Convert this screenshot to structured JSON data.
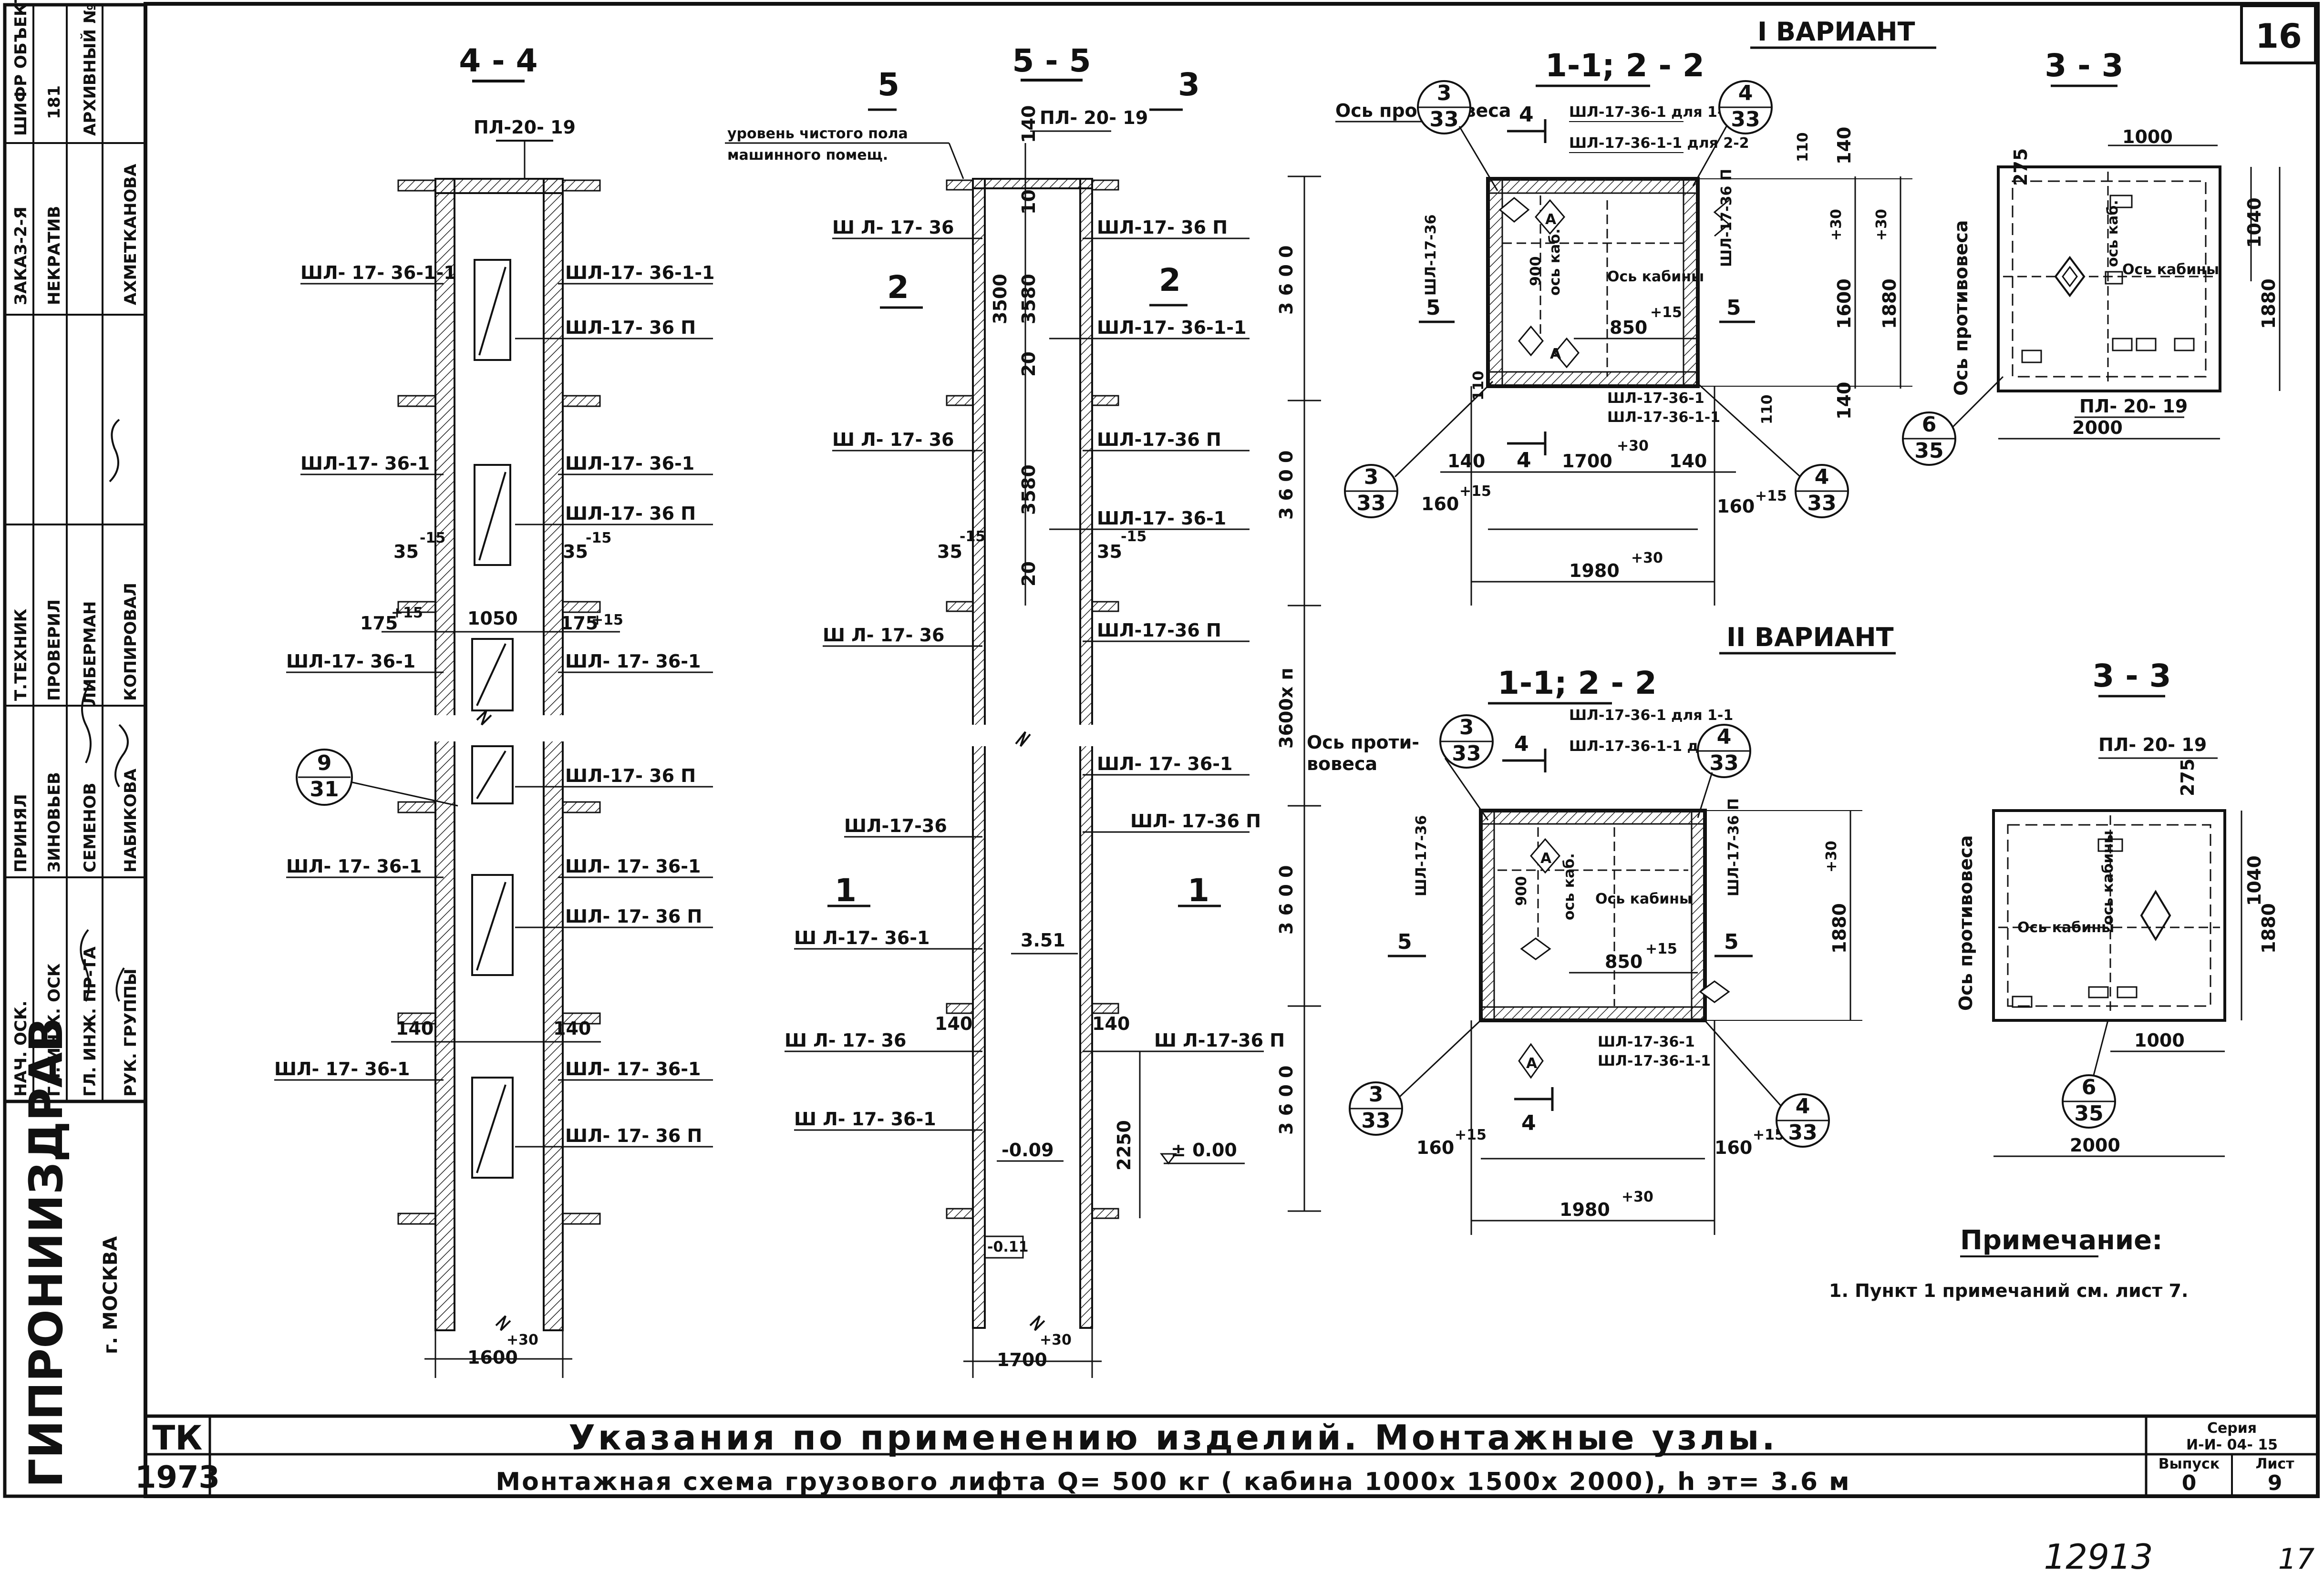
{
  "sheet": {
    "sheet_corner_number": "16",
    "archive_number": "12913",
    "page_fraction": "17",
    "org_name": "ГИПРОНИИЗДРАВ",
    "city": "г. МОСКВА"
  },
  "stamp_table": {
    "columns": [
      {
        "label": "ШИФР ОБЪЕКТА",
        "value": "181",
        "extra": "АРХИВНЫЙ №"
      },
      {
        "label": "ЗАКАЗ-2-Я",
        "value": "НЕКРАТИВ",
        "extra": "АХМЕТКАНОВА"
      },
      {
        "label": "",
        "value": "",
        "extra": ""
      },
      {
        "label": "Т.ТЕХНИК",
        "value": "ПРОВЕРИЛ",
        "extra": "КОПИРОВАЛ"
      },
      {
        "label": "ПРИНЯЛ",
        "value": "ЗИНОВЬЕВ",
        "extra": "СЕМЕНОВ"
      },
      {
        "label": "",
        "value": "ЛИБЕРМАН",
        "extra": "НАБИКОВА"
      },
      {
        "label": "НАЧ. ОСК.",
        "value": "ГЛ. ИНЖ. ОСК",
        "extra": "ГЛ. ИНЖ. ПР-ТА"
      },
      {
        "label": "РУК. ГРУППЫ",
        "value": "",
        "extra": ""
      }
    ]
  },
  "section_44": {
    "title": "4 - 4",
    "top_label": "ПЛ-20- 19",
    "left_labels": [
      "ШЛ- 17- 36-1-1",
      "ШЛ-17- 36-1",
      "ШЛ-17- 36-1",
      "ШЛ- 17- 36-1",
      "ШЛ- 17- 36-1"
    ],
    "right_labels": [
      "ШЛ-17- 36-1-1",
      "ШЛ-17- 36 П",
      "ШЛ-17- 36-1",
      "ШЛ-17- 36 П",
      "ШЛ- 17- 36-1",
      "ШЛ-17- 36 П",
      "ШЛ- 17- 36-1",
      "ШЛ- 17- 36 П",
      "ШЛ- 17- 36-1",
      "ШЛ- 17- 36 П"
    ],
    "dim_35_left": "35",
    "dim_35_right": "35",
    "tol_15": "-15",
    "dim_175_left": "175",
    "dim_1050": "1050",
    "dim_175_right": "175",
    "tol_plus15": "+15",
    "dim_140_left": "140",
    "dim_140_right": "140",
    "bottom_dim": "1600",
    "bottom_tol": "+30",
    "callout_top": "9",
    "callout_bottom": "31"
  },
  "section_55": {
    "title": "5 - 5",
    "cut_left": "5",
    "cut_right": "3",
    "floor_note_1": "уровень чистого пола",
    "floor_note_2": "машинного помещ.",
    "top_label": "ПЛ- 20- 19",
    "dim_140": "140",
    "dim_10": "10",
    "dim_3500": "3500",
    "dim_3580_a": "3580",
    "dim_20_a": "20",
    "dim_3580_b": "3580",
    "dim_20_b": "20",
    "left_labels": [
      "Ш Л- 17- 36",
      "Ш Л- 17- 36",
      "Ш Л- 17- 36",
      "ШЛ-17-36",
      "Ш Л-17- 36-1",
      "Ш Л- 17- 36",
      "Ш Л- 17- 36-1"
    ],
    "right_labels": [
      "ШЛ-17- 36 П",
      "ШЛ-17- 36-1-1",
      "ШЛ-17-36 П",
      "ШЛ-17- 36-1",
      "ШЛ-17-36 П",
      "ШЛ- 17- 36-1",
      "ШЛ- 17-36 П",
      "Ш Л-17-36 П"
    ],
    "cut_2": "2",
    "cut_2r": "2",
    "cut_1": "1",
    "cut_1r": "1",
    "dim_35_left": "35",
    "dim_35_right": "35",
    "tol_15": "-15",
    "elev_351": "3.51",
    "dim_140_l": "140",
    "dim_140_r": "140",
    "dim_2250": "2250",
    "elev_minus009": "-0.09",
    "elev_000": "± 0.00",
    "elev_minus011": "-0.11",
    "bottom_dim": "1700",
    "bottom_tol": "+30",
    "vdim_3600_1": "3 6 0 0",
    "vdim_3600_2": "3 6 0 0",
    "vdim_3600n": "3600х п",
    "vdim_3600_3": "3 6 0 0",
    "vdim_3600_4": "3 6 0 0"
  },
  "variant_1": {
    "title": "I  ВАРИАНТ",
    "plan_title": "1-1;  2 - 2",
    "counterweight": "Ось противовеса",
    "lbl_top_1": "ШЛ-17-36-1 для 1-1",
    "lbl_top_2": "ШЛ-17-36-1-1 для 2-2",
    "lbl_left": "ШЛ-17-36",
    "lbl_right": "ШЛ-17-36 П",
    "lbl_bottom_1": "ШЛ-17-36-1",
    "lbl_bottom_2": "ШЛ-17-36-1-1",
    "axis_cabin": "Ось кабины",
    "axis_cab": "ось каб.",
    "cut_4_top": "4",
    "cut_4_bottom": "4",
    "cut_5_left": "5",
    "cut_5_right": "5",
    "dim_900": "900",
    "dim_850": "850",
    "tol_15": "+15",
    "dim_1700": "1700",
    "tol_30": "+30",
    "dim_140_l": "140",
    "dim_140_r": "140",
    "dim_160_l": "160",
    "dim_160_r": "160",
    "dim_1980": "1980",
    "dim_1600": "1600",
    "dim_1880": "1880",
    "dim_140_top": "140",
    "dim_140_bot": "140",
    "dim_110_top": "110",
    "dim_110_left": "110",
    "dim_110_right": "110",
    "callout_a_top": "3",
    "callout_a_bot": "33",
    "callout_b_top": "4",
    "callout_b_bot": "33",
    "tag_a": "А"
  },
  "variant_1_33": {
    "title": "3 - 3",
    "dim_1000": "1000",
    "dim_275": "275",
    "dim_1040": "1040",
    "dim_1880": "1880",
    "dim_2000": "2000",
    "pl_label": "ПЛ- 20- 19",
    "counterweight": "Ось противовеса",
    "axis_cabin": "Ось кабины",
    "axis_cab": "ось каб.",
    "callout_top": "6",
    "callout_bot": "35"
  },
  "variant_2": {
    "title": "II  ВАРИАНТ",
    "plan_title": "1-1;  2 - 2",
    "counterweight_1": "Ось проти-",
    "counterweight_2": "вовеса",
    "lbl_top_1": "ШЛ-17-36-1 для 1-1",
    "lbl_top_2": "ШЛ-17-36-1-1 для 2-2",
    "lbl_left": "ШЛ-17-36",
    "lbl_right": "ШЛ-17-36 П",
    "lbl_bottom_1": "ШЛ-17-36-1",
    "lbl_bottom_2": "ШЛ-17-36-1-1",
    "axis_cabin": "Ось кабины",
    "axis_cab": "ось каб.",
    "dim_900": "900",
    "dim_850": "850",
    "tol_15": "+15",
    "dim_1880": "1880",
    "tol_30": "+30",
    "dim_160_l": "160",
    "dim_160_r": "160",
    "dim_1980": "1980",
    "cut_4_top": "4",
    "cut_4_bottom": "4",
    "cut_5_left": "5",
    "cut_5_right": "5",
    "callout_a_top": "3",
    "callout_a_bot": "33",
    "callout_b_top": "4",
    "callout_b_bot": "33",
    "tag_a": "А"
  },
  "variant_2_33": {
    "title": "3 - 3",
    "pl_label": "ПЛ- 20- 19",
    "dim_275": "275",
    "dim_1040": "1040",
    "dim_1880": "1880",
    "dim_1000": "1000",
    "dim_2000": "2000",
    "counterweight": "Ось противовеса",
    "axis_cabin": "Ось кабины",
    "axis_cab": "ось кабины",
    "callout_top": "6",
    "callout_bot": "35"
  },
  "note": {
    "heading": "Примечание:",
    "text": "1. Пункт 1 примечаний см. лист 7."
  },
  "title_block": {
    "tk": "ТК",
    "year": "1973",
    "line_1": "Указания по применению изделий. Монтажные узлы.",
    "line_2": "Монтажная схема грузового лифта  Q= 500 кг  ( кабина 1000х 1500х 2000), h эт= 3.6 м",
    "series_label": "Серия",
    "series_value": "И-И- 04- 15",
    "issue_label": "Выпуск",
    "issue_value": "0",
    "sheet_label": "Лист",
    "sheet_value": "9"
  }
}
